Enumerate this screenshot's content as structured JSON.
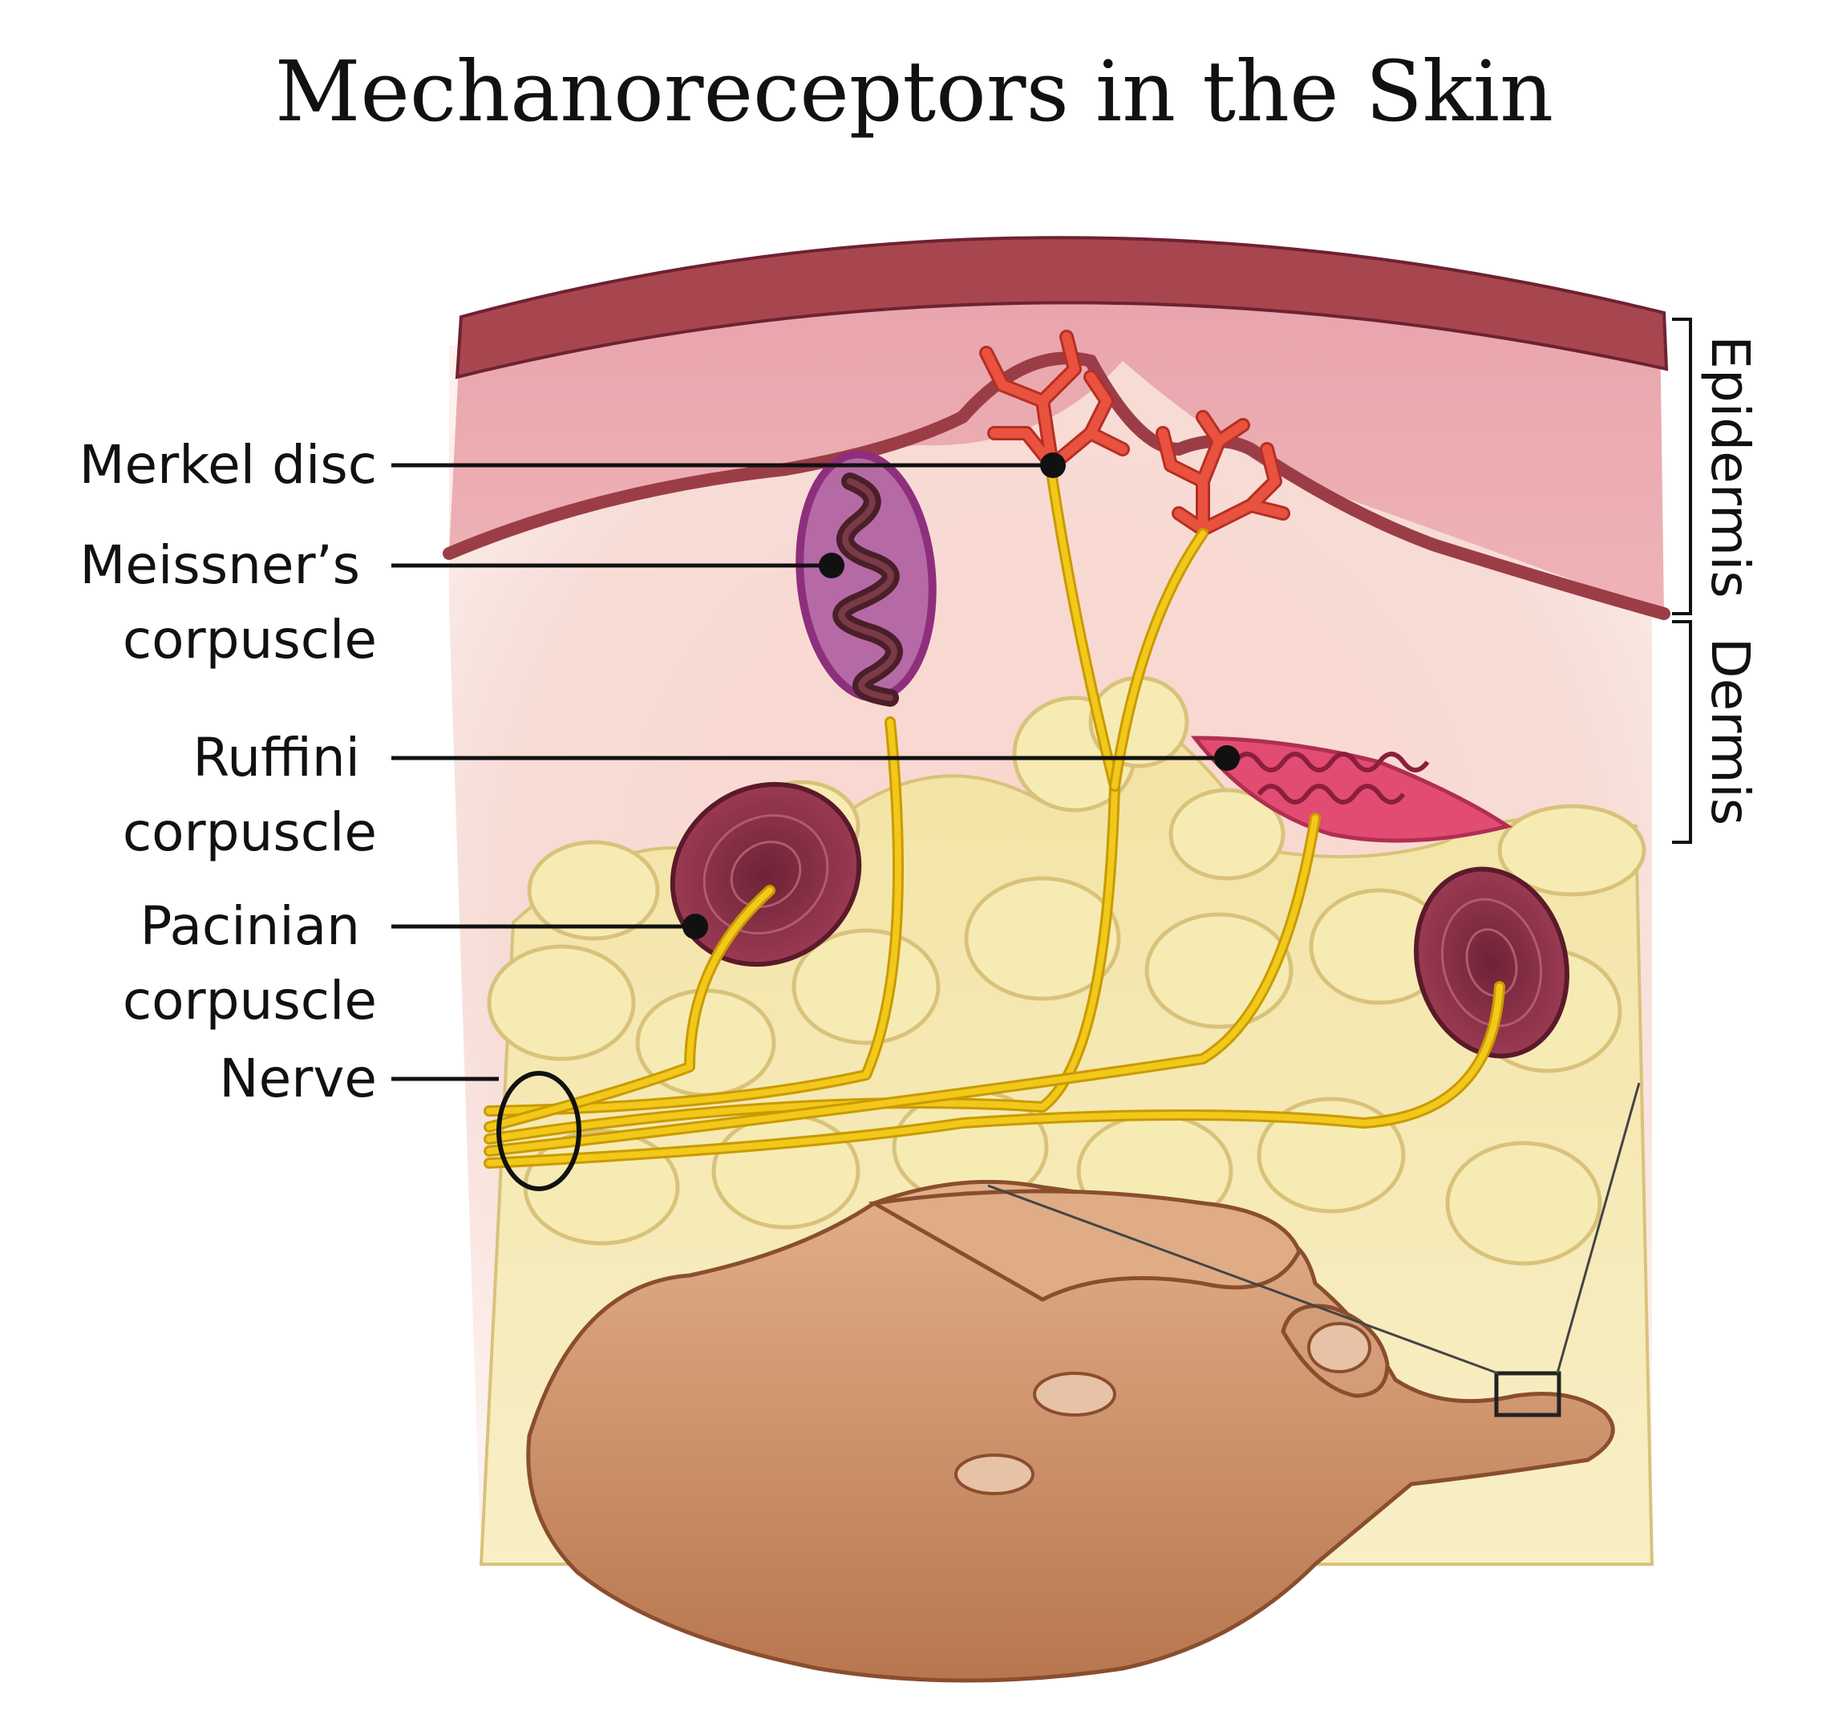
{
  "title": "Mechanoreceptors in the Skin",
  "labels": {
    "merkel": [
      "Merkel disc"
    ],
    "meissner": [
      "Meissner’s",
      "corpuscle"
    ],
    "ruffini": [
      "Ruffini",
      "corpuscle"
    ],
    "pacinian": [
      "Pacinian",
      "corpuscle"
    ],
    "nerve": [
      "Nerve"
    ]
  },
  "layers": {
    "epidermis": "Epidermis",
    "dermis": "Dermis"
  },
  "colors": {
    "stratum": "#a8464f",
    "epidermis": "#e9a8ae",
    "dermis": "#f7d5cf",
    "fat": "#f7ebb4",
    "nerve": "#f2c81a",
    "capillary": "#e8523f",
    "meissner": "#b56aa6",
    "pacinian": "#8a2f45",
    "ruffini": "#e24c72",
    "hand": "#d9a37a"
  }
}
